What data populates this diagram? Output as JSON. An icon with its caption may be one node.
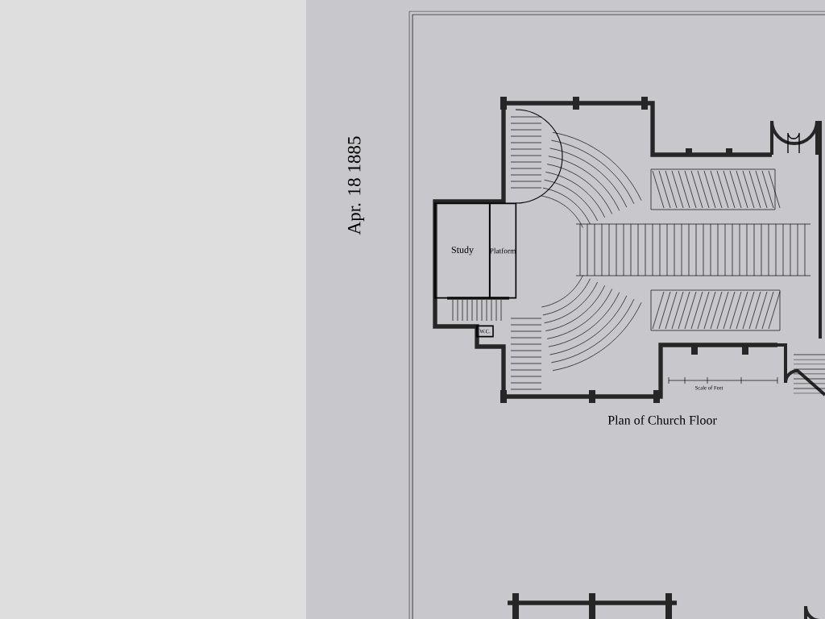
{
  "diagram": {
    "title": "Plan of Church Floor",
    "nodes": [
      {
        "text": [
          "Study"
        ]
      },
      {
        "text": [
          "Platform"
        ]
      },
      {
        "text": [
          "W.C."
        ]
      }
    ],
    "labels": [
      "Scale of Feet",
      "Apr. 18 1885"
    ]
  }
}
